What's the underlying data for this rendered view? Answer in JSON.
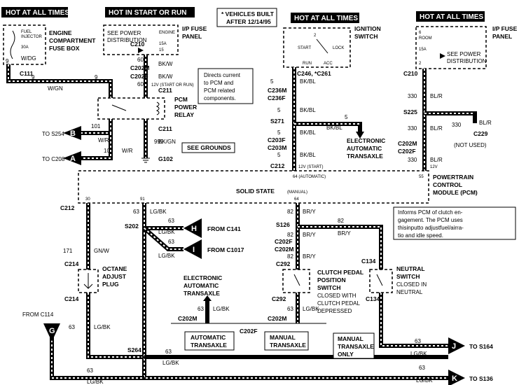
{
  "headers": [
    "HOT AT ALL TIMES",
    "HOT IN START OR RUN",
    "HOT AT ALL TIMES",
    "HOT AT ALL TIMES"
  ],
  "notes": {
    "vehicles_line1": "* VEHICLES BUILT",
    "vehicles_line2": "AFTER 12/14/95",
    "relay_callout_1": "Directs current",
    "relay_callout_2": "to PCM and",
    "relay_callout_3": "PCM related",
    "relay_callout_4": "components.",
    "see_grounds": "SEE GROUNDS",
    "not_used": "(NOT USED)",
    "clutch_callout_1": "Informs PCM of clutch en-",
    "clutch_callout_2": "gagement. The PCM uses",
    "clutch_callout_3": "thisinputto adjustfuel/airra-",
    "clutch_callout_4": "tio and idle speed."
  },
  "fusebox1": {
    "fuse_name_1": "FUEL",
    "fuse_name_2": "INJECTOR",
    "rating": "30A",
    "wire": "W/DG",
    "pin": "9",
    "label_1": "ENGINE",
    "label_2": "COMPARTMENT",
    "label_3": "FUSE BOX"
  },
  "ipfuse1": {
    "see_power_1": "SEE POWER",
    "see_power_2": "DISTRIBUTION",
    "fuse_name": "ENGINE",
    "rating": "15A",
    "num": "15",
    "label_1": "I/P FUSE",
    "label_2": "PANEL"
  },
  "ignition": {
    "pin_top": "2",
    "start": "START",
    "lock": "LOCK",
    "run": "RUN",
    "acc": "ACC",
    "label_1": "IGNITION",
    "label_2": "SWITCH"
  },
  "ipfuse2": {
    "pin": "6",
    "fuse_name": "ROOM",
    "rating": "15A",
    "num": "2",
    "see_power_1": "SEE POWER",
    "see_power_2": "DISTRIBUTION",
    "label_1": "I/P FUSE",
    "label_2": "PANEL"
  },
  "relay": {
    "label_1": "PCM",
    "label_2": "POWER",
    "label_3": "RELAY",
    "start_run": "12V (START OR RUN)"
  },
  "pcm": {
    "solid_state": "SOLID STATE",
    "pin_64_auto": "64 (AUTOMATIC)",
    "pin_55": "55",
    "manual": "(MANUAL)",
    "pin_30": "30",
    "pin_91": "91",
    "pin_64": "64",
    "start_12v": "12V (START)",
    "v12": "12V",
    "label_1": "POWERTRAIN",
    "label_2": "CONTROL",
    "label_3": "MODULE (PCM)"
  },
  "eat": {
    "top_1": "ELECTRONIC",
    "top_2": "AUTOMATIC",
    "top_3": "TRANSAXLE",
    "low_1": "ELECTRONIC",
    "low_2": "AUTOMATIC",
    "low_3": "TRANSAXLE"
  },
  "octane": {
    "label_1": "OCTANE",
    "label_2": "ADJUST",
    "label_3": "PLUG"
  },
  "clutch": {
    "label_1": "CLUTCH PEDAL",
    "label_2": "POSITION",
    "label_3": "SWITCH",
    "state_1": "CLOSED WITH",
    "state_2": "CLUTCH PEDAL",
    "state_3": "DEPRESSED"
  },
  "neutral": {
    "label_1": "NEUTRAL",
    "label_2": "SWITCH",
    "state_1": "CLOSED IN",
    "state_2": "NEUTRAL"
  },
  "transaxle": {
    "auto_1": "AUTOMATIC",
    "auto_2": "TRANSAXLE",
    "manual_1": "MANUAL",
    "manual_2": "TRANSAXLE",
    "only_1": "MANUAL",
    "only_2": "TRANSAXLE",
    "only_3": "ONLY"
  },
  "connectors": {
    "c111a": "C111",
    "c210": "C210",
    "c202m": "C202M",
    "c202f": "C202F",
    "c211": "C211",
    "g102": "G102",
    "c246": "C246, *C261",
    "c236m": "C236M",
    "c236f": "C236F",
    "s271": "S271",
    "c203f": "C203F",
    "c203m": "C203M",
    "c212": "C212",
    "s225": "S225",
    "c229": "C229",
    "c214": "C214",
    "s202": "S202",
    "s264": "S264",
    "s126": "S126",
    "c292": "C292",
    "c134": "C134",
    "to_s254": "TO S254",
    "to_c208": "TO C208",
    "from_c141": "FROM C141",
    "from_c1017": "FROM C1017",
    "from_c114": "FROM C114",
    "to_s164": "TO S164",
    "to_s136": "TO S136",
    "a_letter": "A",
    "b_letter": "B",
    "g_letter": "G",
    "h_letter": "H",
    "i_letter": "I",
    "j_letter": "J",
    "k_letter": "K"
  },
  "wires": {
    "w9": "9",
    "wgn": "W/GN",
    "w60": "60",
    "bkw": "BK/W",
    "w101": "101",
    "wr": "W/R",
    "w999": "999",
    "bkgn": "BK/GN",
    "w5": "5",
    "bkbl": "BK/BL",
    "w330": "330",
    "blr": "BL/R",
    "w171": "171",
    "gnw": "GN/W",
    "w63": "63",
    "lgbk": "LG/BK",
    "w82": "82",
    "bry": "BR/Y"
  }
}
